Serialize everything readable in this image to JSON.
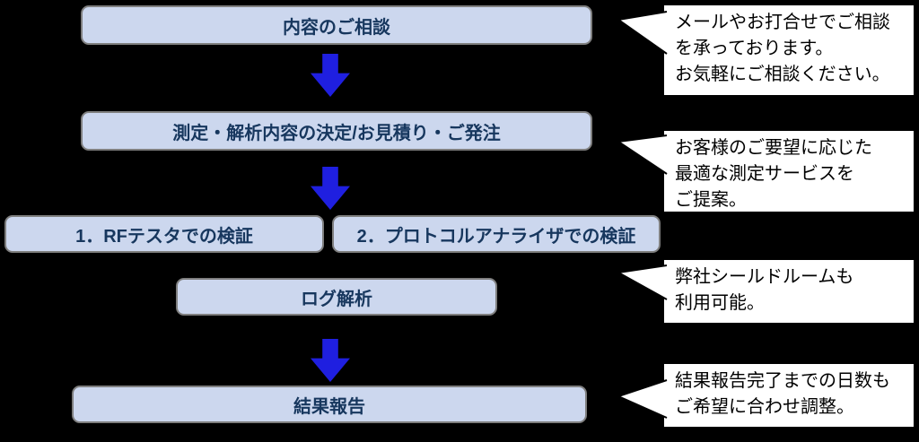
{
  "colors": {
    "background": "#000000",
    "box_fill": "#ccd7ee",
    "box_border": "#7f7f7f",
    "box_text": "#17375e",
    "arrow_blue": "#1f1fe0",
    "callout_bg": "#ffffff",
    "callout_border": "#000000",
    "callout_text": "#000000"
  },
  "flow": {
    "step1": {
      "label": "内容のご相談"
    },
    "step2": {
      "label": "測定・解析内容の決定/お見積り・ご発注"
    },
    "step3a": {
      "label": "1．RFテスタでの検証"
    },
    "step3b": {
      "label": "2．プロトコルアナライザでの検証"
    },
    "step4": {
      "label": "ログ解析"
    },
    "step5": {
      "label": "結果報告"
    }
  },
  "callouts": {
    "c1": {
      "text": "メールやお打合せでご相談\nを承っております。\nお気軽にご相談ください。"
    },
    "c2": {
      "text": "お客様のご要望に応じた\n最適な測定サービスを\nご提案。"
    },
    "c3": {
      "text": "弊社シールドルームも\n利用可能。"
    },
    "c4": {
      "text": "結果報告完了までの日数も\nご希望に合わせ調整。"
    }
  }
}
